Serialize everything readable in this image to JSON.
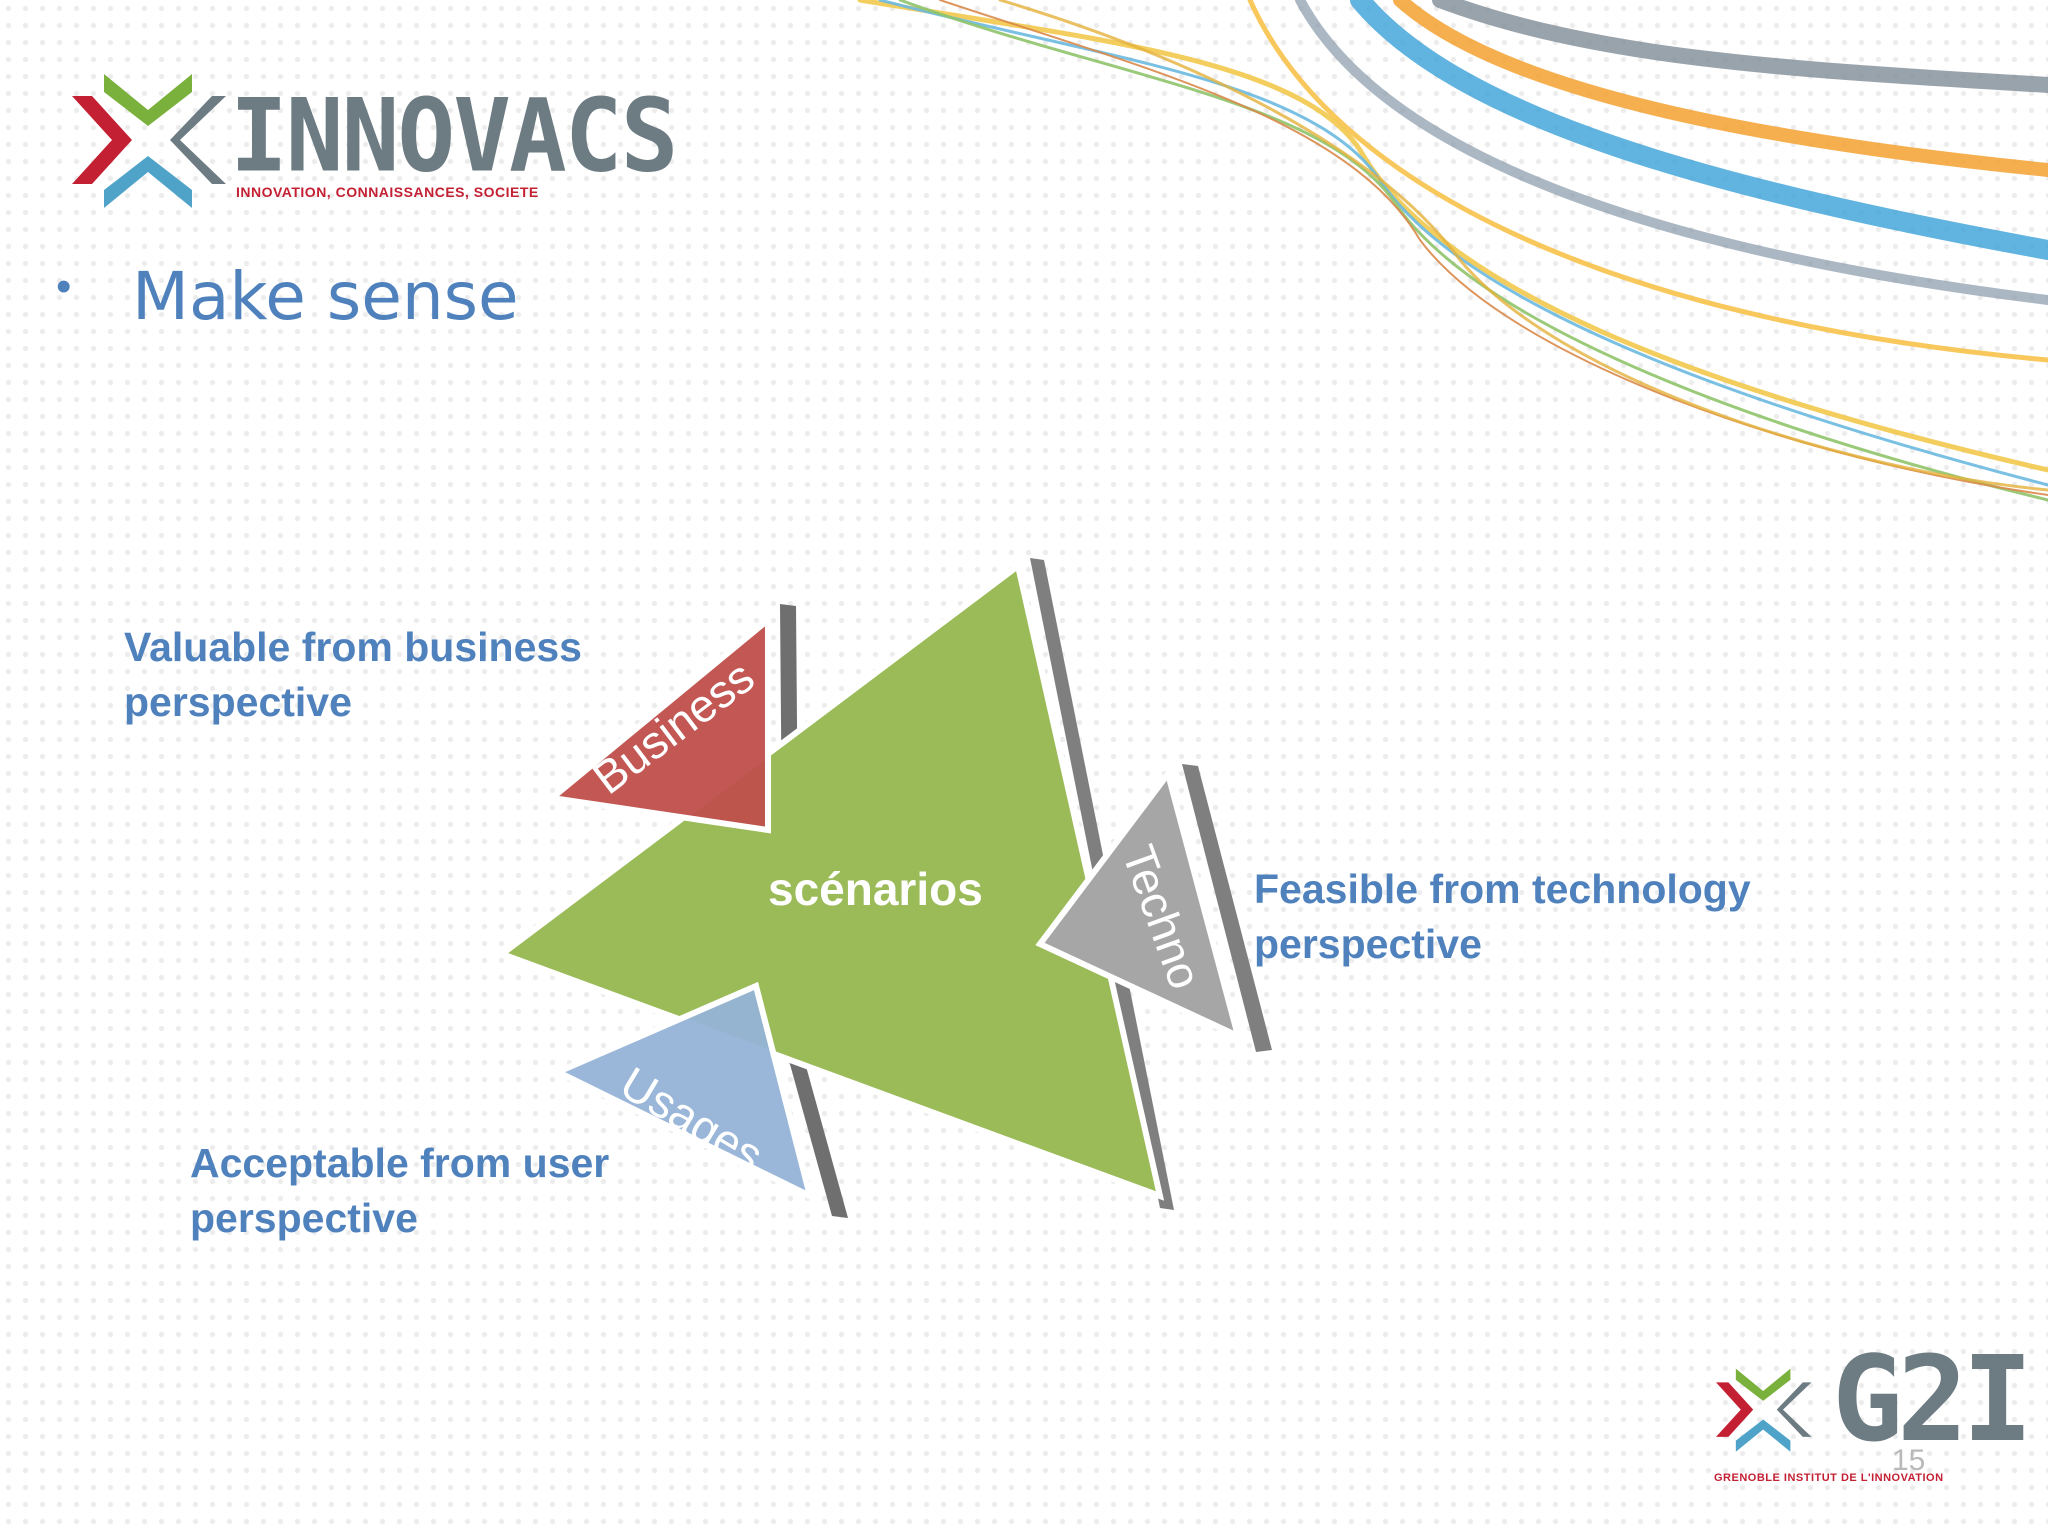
{
  "slide": {
    "bullet": "•",
    "heading": "Make sense",
    "page_number": "15"
  },
  "logo_innovacs": {
    "name": "INNOVACS",
    "tagline": "INNOVATION, CONNAISSANCES, SOCIETE"
  },
  "logo_g2i": {
    "name": "G2I",
    "tagline": "GRENOBLE INSTITUT DE L'INNOVATION"
  },
  "diagram": {
    "center_label": "scénarios",
    "triangles": {
      "business": "Business",
      "techno": "Techno",
      "usages": "Usages"
    },
    "captions": {
      "business": [
        "Valuable from business",
        "perspective"
      ],
      "techno": [
        "Feasible from technology",
        "perspective"
      ],
      "usages": [
        "Acceptable from user",
        "perspective"
      ]
    }
  },
  "colors": {
    "accent_text": "#4f81bd",
    "scenarios_green": "#9bbb59",
    "business_red": "#c0504d",
    "techno_gray": "#a6a6a6",
    "usages_blue": "#95b3d7",
    "logo_red": "#c42033",
    "logo_green": "#7ab03c",
    "logo_blue": "#4fa3c8",
    "logo_gray": "#6d7b82"
  }
}
